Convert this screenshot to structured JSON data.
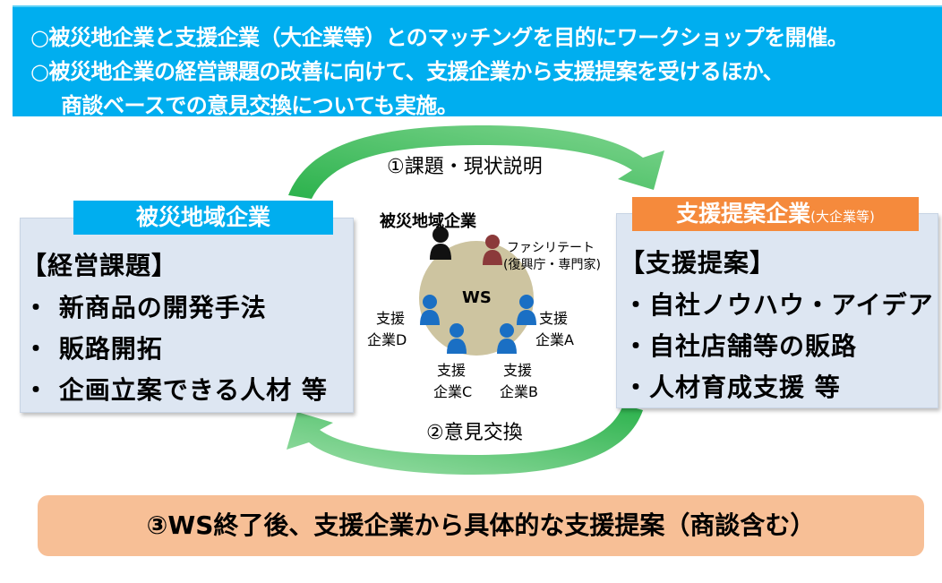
{
  "banner": {
    "line1": "○被災地企業と支援企業（大企業等）とのマッチングを目的にワークショップを開催。",
    "line2": "○被災地企業の経営課題の改善に向けて、支援企業から支援提案を受けるほか、",
    "line3": "商談ベースでの意見交換についても実施。"
  },
  "left_panel": {
    "title": "被災地域企業",
    "heading": "【経営課題】",
    "items": [
      "・ 新商品の開発手法",
      "・ 販路開拓",
      "・ 企画立案できる人材  等"
    ]
  },
  "right_panel": {
    "title": "支援提案企業",
    "title_suffix": "(大企業等)",
    "heading": "【支援提案】",
    "items": [
      "・自社ノウハウ・アイデア",
      "・自社店舗等の販路",
      "・人材育成支援  等"
    ]
  },
  "arrows": {
    "top_label": "①課題・現状説明",
    "bottom_label": "②意見交換"
  },
  "ws": {
    "center": "WS",
    "top_label": "被災地域企業",
    "facilitator": "ファシリテート",
    "facilitator_note": "(復興庁・専門家)",
    "company_a": [
      "支援",
      "企業A"
    ],
    "company_b": [
      "支援",
      "企業B"
    ],
    "company_c": [
      "支援",
      "企業C"
    ],
    "company_d": [
      "支援",
      "企業D"
    ]
  },
  "bottom": {
    "text": "③WS終了後、支援企業から具体的な支援提案（商談含む）"
  },
  "colors": {
    "banner": "#00aeef",
    "left_title": "#00aeef",
    "right_title": "#f58a3c",
    "panel": "#dde6f2",
    "arrow": "#2bb24c",
    "ws_circle": "#cdc4a0",
    "person_black": "#111111",
    "person_red": "#8b3a3a",
    "person_blue": "#1a6fc4",
    "bottom_bar": "#f7bf96"
  }
}
